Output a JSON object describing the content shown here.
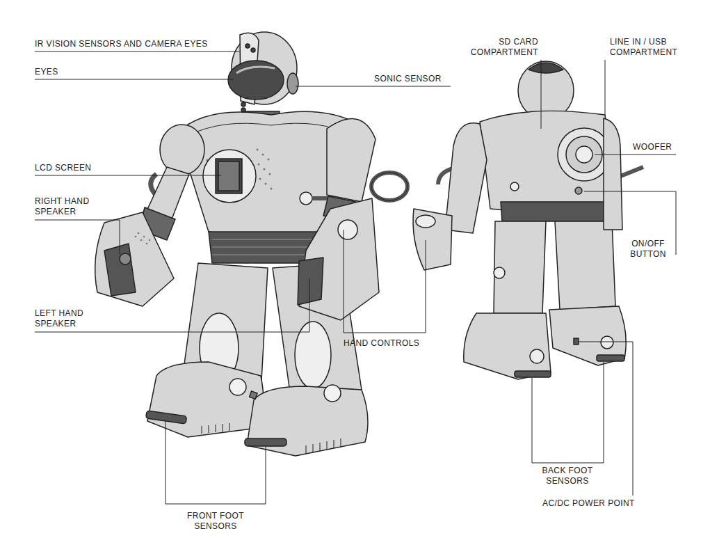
{
  "diagram": {
    "labels": [
      "IR VISION SENSORS AND CAMERA EYES",
      "EYES",
      "SONIC SENSOR",
      "LCD SCREEN",
      "RIGHT HAND SPEAKER",
      "LEFT HAND SPEAKER",
      "HAND CONTROLS",
      "FRONT FOOT SENSORS",
      "SD CARD COMPARTMENT",
      "LINE IN / USB COMPARTMENT",
      "WOOFER",
      "ON/OFF BUTTON",
      "BACK FOOT SENSORS",
      "AC/DC POWER POINT"
    ]
  }
}
